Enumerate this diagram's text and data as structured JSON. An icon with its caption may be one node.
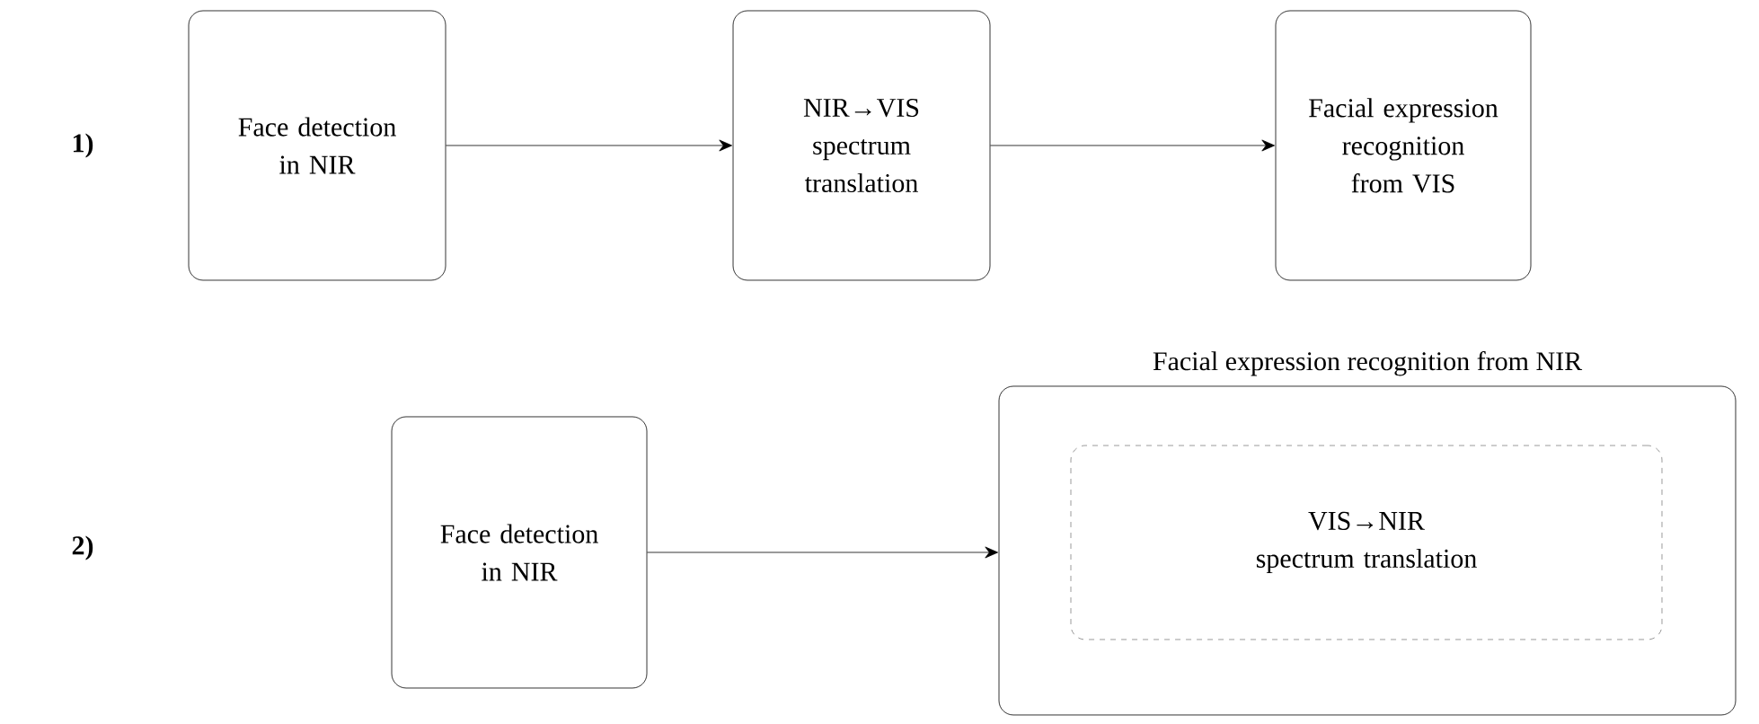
{
  "diagram": {
    "nodes": [
      {
        "text": [
          "Face detection in NIR"
        ]
      },
      {
        "text": [
          "NIR→VIS spectrum translation"
        ]
      },
      {
        "text": [
          "Facial expression recognition from VIS"
        ]
      },
      {
        "text": [
          "Face detection in NIR"
        ]
      },
      {
        "text": [
          "Facial expression recognition from NIR"
        ]
      },
      {
        "text": [
          "VIS→NIR spectrum translation"
        ],
        "in": 4
      }
    ],
    "edges": [
      {
        "from": 0,
        "to": 1,
        "arrow": "to"
      },
      {
        "from": 1,
        "to": 2,
        "arrow": "to"
      },
      {
        "from": 3,
        "to": 4,
        "arrow": "to"
      }
    ],
    "labels": [
      "1)",
      "2)"
    ]
  }
}
